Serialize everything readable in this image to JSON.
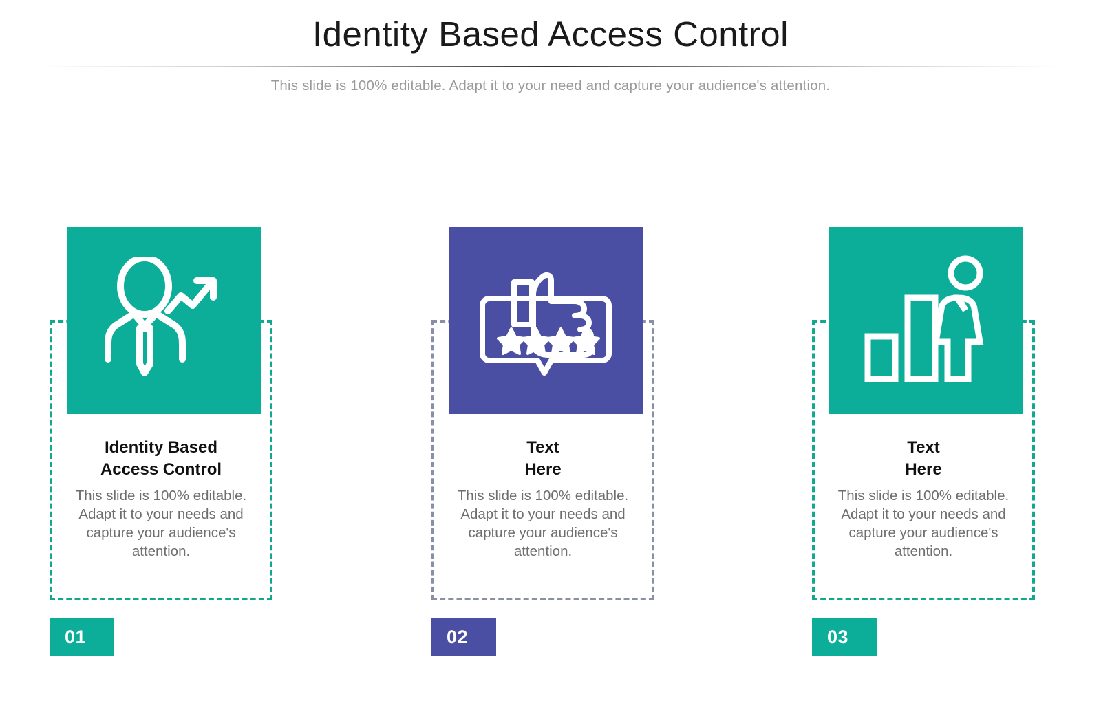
{
  "header": {
    "title": "Identity Based Access Control",
    "subtitle": "This slide is 100% editable. Adapt it to your need and capture your audience's attention."
  },
  "theme": {
    "teal": "#0cae99",
    "purple": "#4b4fa3",
    "dashed_teal": "#12a78f",
    "dashed_gray": "#8a8fa8",
    "heading_color": "#111111",
    "body_color": "#6e6e6e",
    "subtitle_color": "#9a9a9a"
  },
  "cards": [
    {
      "number": "01",
      "icon": "businessman-growth-arrow-icon",
      "icon_tile_color": "#0cae99",
      "frame_color": "#12a78f",
      "badge_color": "#0cae99",
      "heading": "Identity Based\nAccess Control",
      "text": "This slide is 100% editable. Adapt it to your needs and capture your audience's attention."
    },
    {
      "number": "02",
      "icon": "thumbs-up-star-rating-icon",
      "icon_tile_color": "#4b4fa3",
      "frame_color": "#8a8fa8",
      "badge_color": "#4b4fa3",
      "heading": "Text\nHere",
      "text": "This slide is 100% editable. Adapt it to your needs and capture your audience's attention."
    },
    {
      "number": "03",
      "icon": "bar-chart-person-icon",
      "icon_tile_color": "#0cae99",
      "frame_color": "#12a78f",
      "badge_color": "#0cae99",
      "heading": "Text\nHere",
      "text": "This slide is 100% editable. Adapt it to your needs and capture your audience's attention."
    }
  ]
}
